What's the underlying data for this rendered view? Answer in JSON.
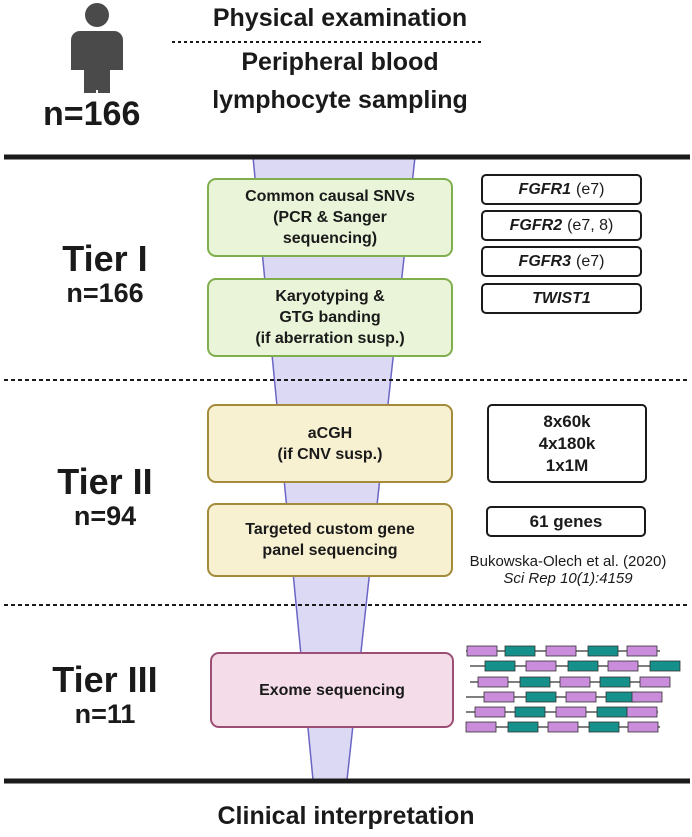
{
  "header": {
    "line1": "Physical examination",
    "line2": "Peripheral blood",
    "line3": "lymphocyte sampling",
    "cohort": "n=166"
  },
  "tiers": [
    {
      "title": "Tier I",
      "n": "n=166",
      "boxes": [
        {
          "lines": [
            "Common causal SNVs",
            "(PCR & Sanger",
            "sequencing)"
          ]
        },
        {
          "lines": [
            "Karyotyping &",
            "GTG banding",
            "(if aberration susp.)"
          ]
        }
      ],
      "genes": [
        {
          "gene": "FGFR1",
          "exons": "(e7)"
        },
        {
          "gene": "FGFR2",
          "exons": "(e7, 8)"
        },
        {
          "gene": "FGFR3",
          "exons": "(e7)"
        },
        {
          "gene": "TWIST1",
          "exons": ""
        }
      ]
    },
    {
      "title": "Tier II",
      "n": "n=94",
      "boxes": [
        {
          "lines": [
            "aCGH",
            "(if CNV susp.)"
          ]
        },
        {
          "lines": [
            "Targeted custom  gene",
            "panel sequencing"
          ]
        }
      ],
      "platforms": [
        "8x60k",
        "4x180k",
        "1x1M"
      ],
      "panel": "61 genes",
      "citation": "Bukowska-Olech  et al. (2020)",
      "journal": "Sci Rep 10(1):4159"
    },
    {
      "title": "Tier III",
      "n": "n=11",
      "boxes": [
        {
          "lines": [
            "Exome sequencing"
          ]
        }
      ]
    }
  ],
  "footer": "Clinical interpretation",
  "colors": {
    "funnel": "#dcd9f5",
    "green_fill": "#e9f4d8",
    "green_border": "#7fae4c",
    "yellow_fill": "#f7f1d1",
    "yellow_border": "#a38b3a",
    "pink_fill": "#f4dde8",
    "pink_border": "#9c4f74",
    "read_teal": "#15908a",
    "read_purple": "#c98ddb"
  }
}
